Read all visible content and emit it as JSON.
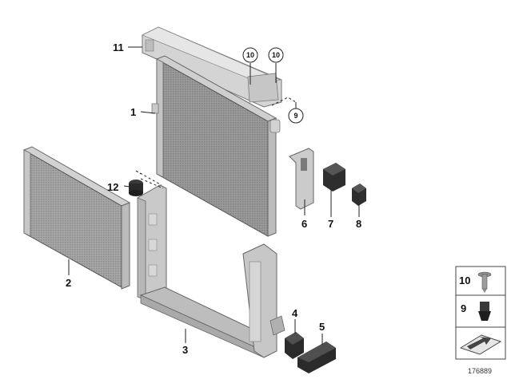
{
  "callouts": {
    "p1": "1",
    "p2": "2",
    "p3": "3",
    "p4": "4",
    "p5": "5",
    "p6": "6",
    "p7": "7",
    "p8": "8",
    "p9": "9",
    "p10a": "10",
    "p10b": "10",
    "p11": "11",
    "p12": "12"
  },
  "legend": {
    "item_top": "10",
    "item_mid": "9"
  },
  "reference_number": "176889"
}
